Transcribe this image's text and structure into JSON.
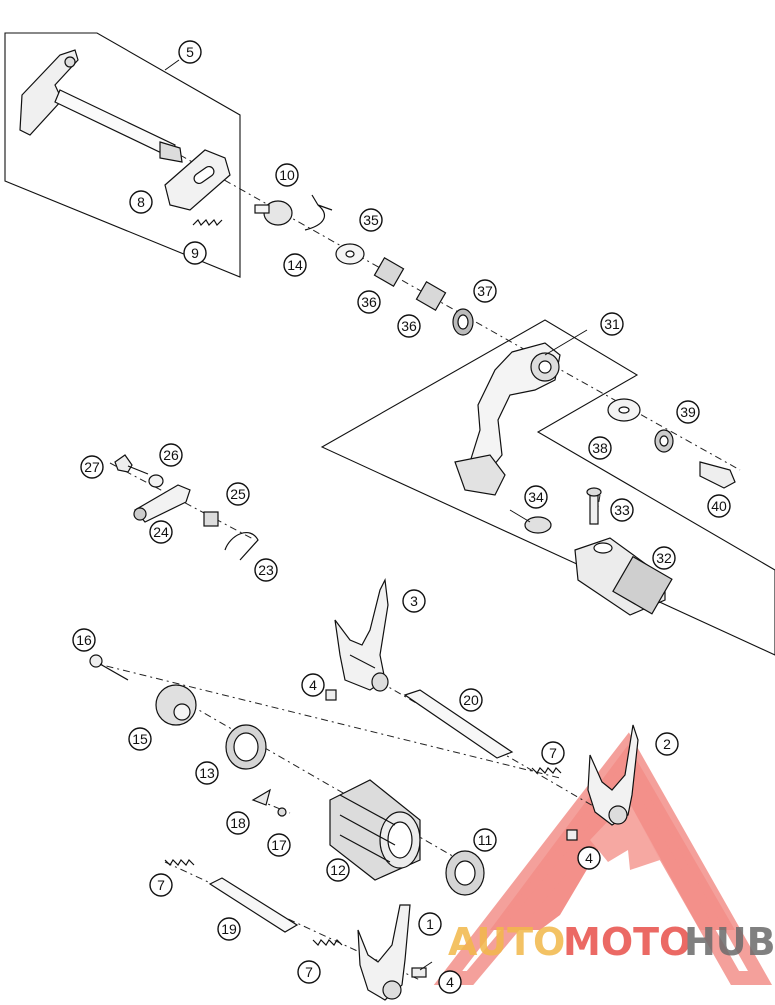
{
  "diagram": {
    "callouts": [
      "5",
      "8",
      "9",
      "10",
      "14",
      "35",
      "36",
      "36",
      "37",
      "31",
      "39",
      "38",
      "40",
      "27",
      "26",
      "25",
      "24",
      "23",
      "34",
      "33",
      "32",
      "3",
      "4",
      "20",
      "16",
      "15",
      "13",
      "7",
      "2",
      "18",
      "17",
      "12",
      "11",
      "4",
      "7",
      "19",
      "1",
      "7",
      "4"
    ]
  },
  "watermark": {
    "part1": "AUTO",
    "part2": "MOTO",
    "part3": "HUB",
    "colors": {
      "auto": "#f2b84a",
      "moto": "#e8504a",
      "hub": "#6b6b6b",
      "triangle": "#ee6a62"
    }
  },
  "icons": [
    "gear-shift-shaft",
    "shift-lever",
    "shift-drum",
    "shift-fork",
    "spring",
    "bolt",
    "washer"
  ]
}
